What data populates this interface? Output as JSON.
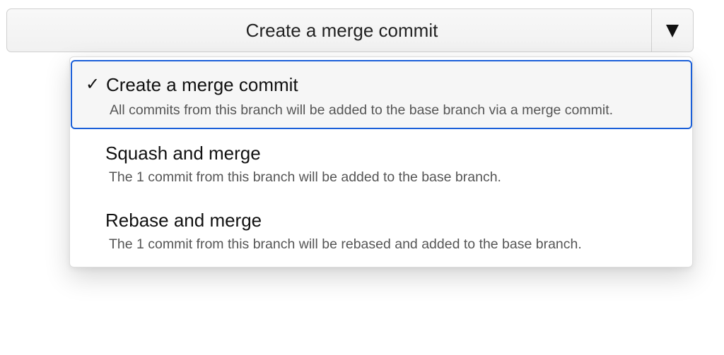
{
  "split_button": {
    "label": "Create a merge commit",
    "toggle_icon": "caret-down-icon"
  },
  "menu": {
    "selected_index": 0,
    "check_glyph": "✓",
    "items": [
      {
        "title": "Create a merge commit",
        "description": "All commits from this branch will be added to the base branch via a merge commit."
      },
      {
        "title": "Squash and merge",
        "description": "The 1 commit from this branch will be added to the base branch."
      },
      {
        "title": "Rebase and merge",
        "description": "The 1 commit from this branch will be rebased and added to the base branch."
      }
    ]
  },
  "colors": {
    "selected_border": "#1a5fd8",
    "button_background": "#f3f3f3",
    "description_text": "#555555"
  }
}
